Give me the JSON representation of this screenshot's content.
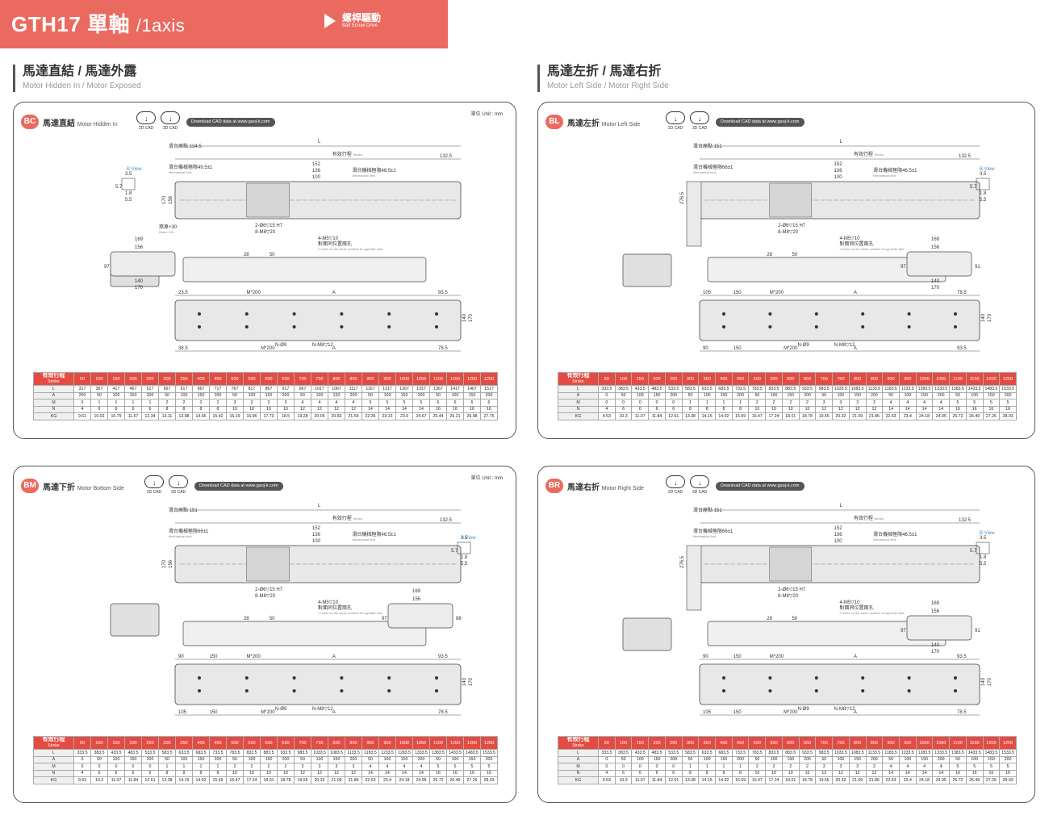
{
  "banner": {
    "title_main": "GTH17 單軸",
    "title_sub": "/1axis",
    "drive_zh": "螺桿驅動",
    "drive_en": "Ball Screw Drive"
  },
  "sections": [
    {
      "zh": "馬達直結 / 馬達外露",
      "en": "Motor Hidden In / Motor Exposed"
    },
    {
      "zh": "馬達左折 / 馬達右折",
      "en": "Motor Left Side / Motor Right Side"
    }
  ],
  "common": {
    "cad2d": "2D CAD",
    "cad3d": "3D CAD",
    "download": "Download CAD data at  www.gaoj-k.com",
    "unit": "單位 Unit : mm",
    "bview": "B View",
    "stroke_header_zh": "有效行程",
    "stroke_header_en": "Stroke",
    "origin_zh": "滑台原點",
    "stroke_lbl": "有效行程",
    "stroke_lbl_en": "Stroke",
    "mech_zh": "滑台機械極限",
    "mech_en": "Mechanical limit",
    "screw": "8-M8▽20",
    "pin": "2-Ø6▽15 H7",
    "m5": "4-M5▽10",
    "m5_zh": "對面同位置兩孔",
    "m5_en": "2 holes on the same position at opposite side",
    "brake": "煞車+30",
    "brake_en": "Brake:+30"
  },
  "panels": [
    {
      "code": "BC",
      "zh": "馬達直結",
      "en": "Motor Hidden In",
      "has_unit": true,
      "dims": {
        "origin": "134.5",
        "L": "L",
        "s1": "132.5",
        "s2": "152",
        "s3": "136",
        "s4": "100",
        "h1": "170",
        "h2": "156",
        "mech_l": "49.5±1",
        "mech_r": "46.5±1",
        "w1": "169",
        "w2": "156",
        "w3": "140",
        "w4": "170",
        "h3": "97",
        "p1": "23.5",
        "p2": "M*200",
        "p3": "A",
        "p4": "93.5",
        "p5": "38.5",
        "p6": "78.5",
        "n1": "N-Ø9",
        "n2": "N-M8▽12",
        "b1": "3.5",
        "b2": "5.7",
        "b3": "1.8",
        "b4": "5.5",
        "f1": "28",
        "f2": "50",
        "v1": "140",
        "v2": "170"
      },
      "table": {
        "strokes": [
          "50",
          "100",
          "150",
          "200",
          "250",
          "300",
          "350",
          "400",
          "450",
          "500",
          "550",
          "600",
          "650",
          "700",
          "750",
          "800",
          "850",
          "900",
          "950",
          "1000",
          "1050",
          "1100",
          "1150",
          "1200",
          "1250"
        ],
        "rows": [
          {
            "label": "L",
            "values": [
              "317",
              "367",
              "417",
              "467",
              "517",
              "567",
              "617",
              "667",
              "717",
              "767",
              "817",
              "867",
              "917",
              "967",
              "1017",
              "1067",
              "1117",
              "1167",
              "1217",
              "1267",
              "1317",
              "1367",
              "1417",
              "1467",
              "1517"
            ]
          },
          {
            "label": "A",
            "values": [
              "200",
              "50",
              "100",
              "150",
              "200",
              "50",
              "100",
              "150",
              "200",
              "50",
              "100",
              "150",
              "200",
              "50",
              "100",
              "150",
              "200",
              "50",
              "100",
              "150",
              "200",
              "50",
              "100",
              "150",
              "200"
            ]
          },
          {
            "label": "M",
            "values": [
              "0",
              "1",
              "1",
              "1",
              "1",
              "2",
              "2",
              "2",
              "2",
              "3",
              "3",
              "3",
              "3",
              "4",
              "4",
              "4",
              "4",
              "5",
              "5",
              "5",
              "5",
              "6",
              "6",
              "6",
              "6"
            ]
          },
          {
            "label": "N",
            "values": [
              "4",
              "6",
              "6",
              "6",
              "6",
              "8",
              "8",
              "8",
              "8",
              "10",
              "10",
              "10",
              "10",
              "12",
              "12",
              "12",
              "12",
              "14",
              "14",
              "14",
              "14",
              "16",
              "16",
              "16",
              "16"
            ]
          },
          {
            "label": "KG",
            "values": [
              "9.61",
              "10.02",
              "10.79",
              "11.57",
              "12.34",
              "13.11",
              "13.88",
              "14.65",
              "15.42",
              "16.19",
              "16.96",
              "17.73",
              "18.5",
              "19.28",
              "20.05",
              "20.82",
              "21.59",
              "22.36",
              "23.13",
              "23.9",
              "24.67",
              "25.44",
              "26.21",
              "26.98",
              "27.75"
            ]
          }
        ]
      }
    },
    {
      "code": "BL",
      "zh": "馬達左折",
      "en": "Motor Left Side",
      "has_unit": false,
      "dims": {
        "origin": "151",
        "L": "L",
        "s1": "132.5",
        "s2": "152",
        "s3": "136",
        "s4": "100",
        "h1": "170",
        "h2": "156",
        "h4": "276.5",
        "mech_l": "66±1",
        "mech_r": "46.5±1",
        "w1": "169",
        "w2": "156",
        "w3": "140",
        "w4": "170",
        "h3": "97",
        "h5": "91",
        "p1": "105",
        "p0": "150",
        "p2": "M*200",
        "p3": "A",
        "p4": "78.5",
        "p5": "90",
        "p7": "150",
        "p6": "93.5",
        "n1": "N-Ø9",
        "n2": "N-M8▽12",
        "b1": "3.5",
        "b2": "5.7",
        "b3": "1.8",
        "b4": "5.5",
        "f1": "28",
        "f2": "50",
        "v1": "140",
        "v2": "170"
      },
      "table": {
        "strokes": [
          "50",
          "100",
          "150",
          "200",
          "250",
          "300",
          "350",
          "400",
          "450",
          "500",
          "550",
          "600",
          "650",
          "700",
          "750",
          "800",
          "850",
          "900",
          "950",
          "1000",
          "1050",
          "1100",
          "1150",
          "1200",
          "1250"
        ],
        "rows": [
          {
            "label": "L",
            "values": [
              "333.5",
              "383.5",
              "433.5",
              "483.5",
              "533.5",
              "583.5",
              "633.5",
              "683.5",
              "733.5",
              "783.5",
              "833.5",
              "883.5",
              "933.5",
              "983.5",
              "1033.5",
              "1083.5",
              "1133.5",
              "1183.5",
              "1233.5",
              "1283.5",
              "1333.5",
              "1383.5",
              "1433.5",
              "1483.5",
              "1533.5"
            ]
          },
          {
            "label": "A",
            "values": [
              "0",
              "50",
              "100",
              "150",
              "200",
              "50",
              "100",
              "150",
              "200",
              "50",
              "100",
              "150",
              "200",
              "50",
              "100",
              "150",
              "200",
              "50",
              "100",
              "150",
              "200",
              "50",
              "100",
              "150",
              "200"
            ]
          },
          {
            "label": "M",
            "values": [
              "0",
              "0",
              "0",
              "0",
              "0",
              "1",
              "1",
              "1",
              "1",
              "2",
              "2",
              "2",
              "2",
              "3",
              "3",
              "3",
              "3",
              "4",
              "4",
              "4",
              "4",
              "5",
              "5",
              "5",
              "5"
            ]
          },
          {
            "label": "N",
            "values": [
              "4",
              "6",
              "6",
              "6",
              "6",
              "8",
              "8",
              "8",
              "8",
              "10",
              "10",
              "10",
              "10",
              "12",
              "12",
              "12",
              "12",
              "14",
              "14",
              "14",
              "14",
              "16",
              "16",
              "16",
              "16"
            ]
          },
          {
            "label": "KG",
            "values": [
              "9.53",
              "10.3",
              "11.07",
              "11.84",
              "12.61",
              "13.38",
              "14.15",
              "14.92",
              "15.69",
              "16.47",
              "17.24",
              "18.01",
              "18.78",
              "19.55",
              "20.32",
              "21.09",
              "21.86",
              "22.63",
              "23.4",
              "24.18",
              "24.95",
              "25.72",
              "26.49",
              "27.26",
              "28.03"
            ]
          }
        ]
      }
    },
    {
      "code": "BM",
      "zh": "馬達下折",
      "en": "Motor Bottom Side",
      "has_unit": true,
      "dims": {
        "origin": "151",
        "L": "L",
        "s1": "132.5",
        "s2": "152",
        "s3": "136",
        "s4": "100",
        "h1": "170",
        "h2": "156",
        "mech_l": "66±1",
        "mech_r": "46.5±1",
        "w1": "169",
        "w2": "156",
        "h3": "97",
        "h5": "88",
        "p1": "90",
        "p0": "150",
        "p2": "M*200",
        "p3": "A",
        "p4": "93.5",
        "p5": "105",
        "p7": "150",
        "p6": "78.5",
        "n1": "N-Ø9",
        "n2": "N-M8▽12",
        "b1": "3.5",
        "b2": "5.7",
        "b3": "1.8",
        "b4": "5.5",
        "f1": "28",
        "f2": "50",
        "v1": "140",
        "v2": "170"
      },
      "table": {
        "strokes": [
          "50",
          "100",
          "150",
          "200",
          "250",
          "300",
          "350",
          "400",
          "450",
          "500",
          "550",
          "600",
          "650",
          "700",
          "750",
          "800",
          "850",
          "900",
          "950",
          "1000",
          "1050",
          "1100",
          "1150",
          "1200",
          "1250"
        ],
        "rows": [
          {
            "label": "L",
            "values": [
              "333.5",
              "383.5",
              "433.5",
              "483.5",
              "533.5",
              "583.5",
              "633.5",
              "683.5",
              "733.5",
              "783.5",
              "833.5",
              "883.5",
              "933.5",
              "983.5",
              "1033.5",
              "1083.5",
              "1133.5",
              "1183.5",
              "1233.5",
              "1283.5",
              "1333.5",
              "1383.5",
              "1433.5",
              "1483.5",
              "1533.5"
            ]
          },
          {
            "label": "A",
            "values": [
              "0",
              "50",
              "100",
              "150",
              "200",
              "50",
              "100",
              "150",
              "200",
              "50",
              "100",
              "150",
              "200",
              "50",
              "100",
              "150",
              "200",
              "50",
              "100",
              "150",
              "200",
              "50",
              "100",
              "150",
              "200"
            ]
          },
          {
            "label": "M",
            "values": [
              "0",
              "0",
              "0",
              "0",
              "0",
              "1",
              "1",
              "1",
              "1",
              "2",
              "2",
              "2",
              "2",
              "3",
              "3",
              "3",
              "3",
              "4",
              "4",
              "4",
              "4",
              "5",
              "5",
              "5",
              "5"
            ]
          },
          {
            "label": "N",
            "values": [
              "4",
              "6",
              "6",
              "6",
              "6",
              "8",
              "8",
              "8",
              "8",
              "10",
              "10",
              "10",
              "10",
              "12",
              "12",
              "12",
              "12",
              "14",
              "14",
              "14",
              "14",
              "16",
              "16",
              "16",
              "16"
            ]
          },
          {
            "label": "KG",
            "values": [
              "9.53",
              "10.3",
              "11.07",
              "11.84",
              "12.61",
              "13.38",
              "14.15",
              "14.92",
              "15.69",
              "16.47",
              "17.24",
              "18.01",
              "18.78",
              "19.55",
              "20.32",
              "21.09",
              "21.86",
              "22.63",
              "23.4",
              "24.18",
              "24.95",
              "25.72",
              "26.49",
              "27.26",
              "28.03"
            ]
          }
        ]
      }
    },
    {
      "code": "BR",
      "zh": "馬達右折",
      "en": "Motor Right Side",
      "has_unit": false,
      "dims": {
        "origin": "151",
        "L": "L",
        "s1": "132.5",
        "s2": "152",
        "s3": "136",
        "s4": "100",
        "h1": "170",
        "h2": "156",
        "h4": "276.5",
        "mech_l": "66±1",
        "mech_r": "46.5±1",
        "w1": "169",
        "w2": "156",
        "w3": "140",
        "w4": "170",
        "h3": "97",
        "h5": "91",
        "p1": "90",
        "p0": "150",
        "p2": "M*200",
        "p3": "A",
        "p4": "93.5",
        "p5": "105",
        "p7": "150",
        "p6": "78.5",
        "n1": "N-Ø9",
        "n2": "N-M8▽12",
        "b1": "3.5",
        "b2": "5.7",
        "b3": "1.8",
        "b4": "5.5",
        "f1": "28",
        "f2": "50",
        "v1": "140",
        "v2": "170"
      },
      "table": {
        "strokes": [
          "50",
          "100",
          "150",
          "200",
          "250",
          "300",
          "350",
          "400",
          "450",
          "500",
          "550",
          "600",
          "650",
          "700",
          "750",
          "800",
          "850",
          "900",
          "950",
          "1000",
          "1050",
          "1100",
          "1150",
          "1200",
          "1250"
        ],
        "rows": [
          {
            "label": "L",
            "values": [
              "333.5",
              "383.5",
              "433.5",
              "483.5",
              "533.5",
              "583.5",
              "633.5",
              "683.5",
              "733.5",
              "783.5",
              "833.5",
              "883.5",
              "933.5",
              "983.5",
              "1033.5",
              "1083.5",
              "1133.5",
              "1183.5",
              "1233.5",
              "1283.5",
              "1333.5",
              "1383.5",
              "1433.5",
              "1483.5",
              "1533.5"
            ]
          },
          {
            "label": "A",
            "values": [
              "0",
              "50",
              "100",
              "150",
              "200",
              "50",
              "100",
              "150",
              "200",
              "50",
              "100",
              "150",
              "200",
              "50",
              "100",
              "150",
              "200",
              "50",
              "100",
              "150",
              "200",
              "50",
              "100",
              "150",
              "200"
            ]
          },
          {
            "label": "M",
            "values": [
              "0",
              "0",
              "0",
              "0",
              "0",
              "1",
              "1",
              "1",
              "1",
              "2",
              "2",
              "2",
              "2",
              "3",
              "3",
              "3",
              "3",
              "4",
              "4",
              "4",
              "4",
              "5",
              "5",
              "5",
              "5"
            ]
          },
          {
            "label": "N",
            "values": [
              "4",
              "6",
              "6",
              "6",
              "6",
              "8",
              "8",
              "8",
              "8",
              "10",
              "10",
              "10",
              "10",
              "12",
              "12",
              "12",
              "12",
              "14",
              "14",
              "14",
              "14",
              "16",
              "16",
              "16",
              "16"
            ]
          },
          {
            "label": "KG",
            "values": [
              "9.53",
              "10.3",
              "11.07",
              "11.84",
              "12.61",
              "13.38",
              "14.15",
              "14.92",
              "15.69",
              "16.47",
              "17.24",
              "18.01",
              "18.78",
              "19.55",
              "20.32",
              "21.09",
              "21.86",
              "22.63",
              "23.4",
              "24.18",
              "24.95",
              "25.72",
              "26.49",
              "27.26",
              "28.03"
            ]
          }
        ]
      }
    }
  ]
}
